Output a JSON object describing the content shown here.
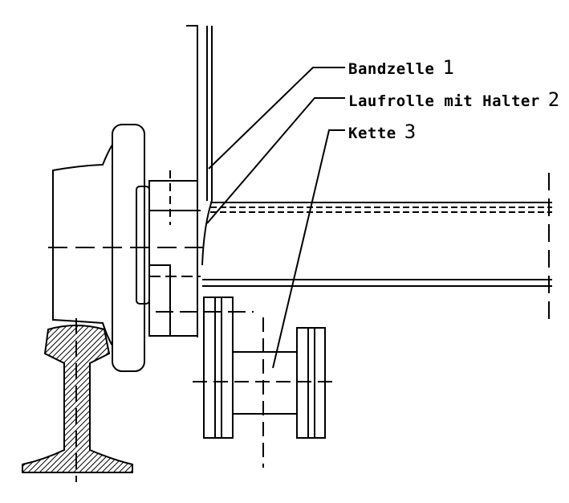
{
  "labels": [
    {
      "text": "Bandzelle",
      "number": "1"
    },
    {
      "text": "Laufrolle mit Halter",
      "number": "2"
    },
    {
      "text": "Kette",
      "number": "3"
    }
  ],
  "colors": {
    "line": "#000000",
    "background": "#ffffff"
  }
}
